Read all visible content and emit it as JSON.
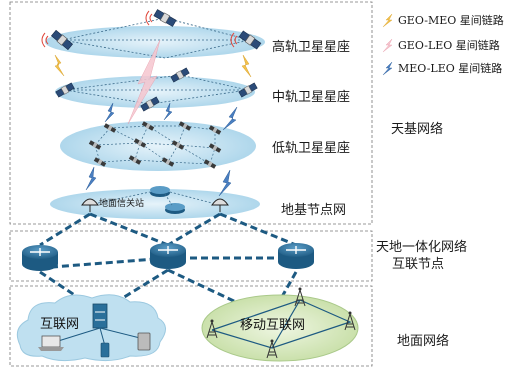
{
  "layers": {
    "geo": "高轨卫星星座",
    "meo": "中轨卫星星座",
    "leo": "低轨卫星星座",
    "ground_node": "地基节点网"
  },
  "sections": {
    "space": "天基网络",
    "integration_line1": "天地一体化网络",
    "integration_line2": "互联节点",
    "terrestrial": "地面网络"
  },
  "legend": [
    {
      "label": "GEO-MEO 星间链路",
      "icon": "lightning-bolt-icon",
      "color": "#f2c14e"
    },
    {
      "label": "GEO-LEO 星间链路",
      "icon": "lightning-bolt-icon",
      "color": "#f4b9c4"
    },
    {
      "label": "MEO-LEO 星间链路",
      "icon": "lightning-bolt-icon",
      "color": "#4a7fc1"
    }
  ],
  "ground_station": "地面信关站",
  "internet": "互联网",
  "mobile_internet": "移动互联网",
  "colors": {
    "orbit_fill": "#bfe0f0",
    "router": "#2a6f9a",
    "cloud": "#bfe0f0",
    "mobile_fill": "#d6e8bc"
  }
}
